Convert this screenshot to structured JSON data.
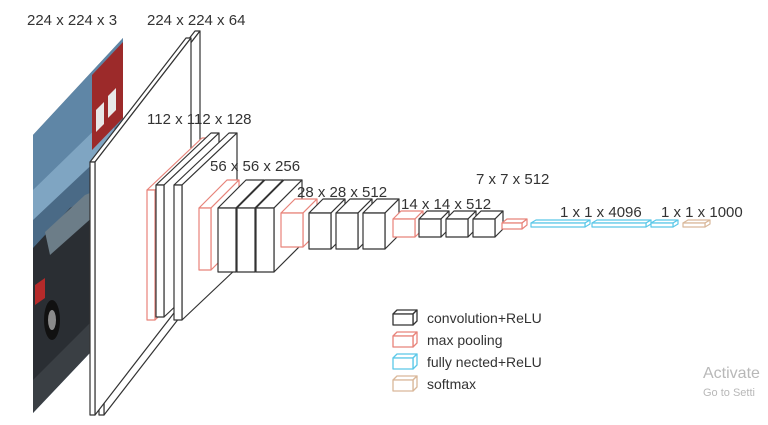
{
  "labels": {
    "input": "224 x 224 x 3",
    "conv1": "224 x 224 x 64",
    "conv2": "112 x 112 x 128",
    "conv3": "56 x 56 x 256",
    "conv4": "28 x 28 x 512",
    "conv5": "14 x 14 x 512",
    "pool5": "7 x 7 x 512",
    "fc": "1 x 1 x 4096",
    "softmax": "1 x 1 x 1000"
  },
  "legend": [
    {
      "label": "convolution+ReLU",
      "color": "#333333"
    },
    {
      "label": "max pooling",
      "color": "#e8837a"
    },
    {
      "label": "fully nected+ReLU",
      "color": "#5bc8e8"
    },
    {
      "label": "softmax",
      "color": "#d9b89a"
    }
  ],
  "watermark": {
    "line1": "Activate",
    "line2": "Go to Setti"
  },
  "colors": {
    "conv": "#333333",
    "pool": "#e8837a",
    "fc": "#5bc8e8",
    "softmax": "#d9b89a"
  }
}
